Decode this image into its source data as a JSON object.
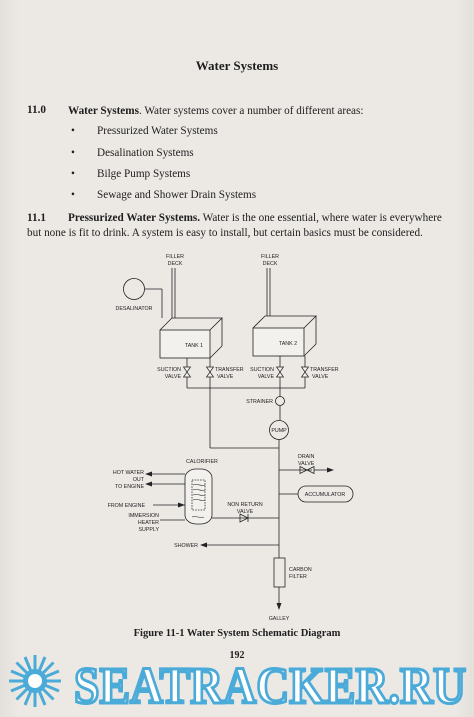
{
  "page": {
    "title": "Water Systems",
    "page_number": "192"
  },
  "section_11_0": {
    "number": "11.0",
    "heading": "Water Systems",
    "text": ". Water systems cover a number of different areas:",
    "bullets": [
      "Pressurized Water Systems",
      "Desalination Systems",
      "Bilge Pump Systems",
      "Sewage and Shower Drain Systems"
    ]
  },
  "section_11_1": {
    "number": "11.1",
    "heading": "Pressurized Water Systems.",
    "text": " Water is the one essential, where water is everywhere but none is fit to drink. A system is easy to install, but certain basics must be considered."
  },
  "diagram": {
    "labels": {
      "filler_deck_1_a": "FILLER",
      "filler_deck_1_b": "DECK",
      "filler_deck_2_a": "FILLER",
      "filler_deck_2_b": "DECK",
      "desalinator": "DESALINATOR",
      "tank1": "TANK 1",
      "tank2": "TANK 2",
      "suction_valve_1_a": "SUCTION",
      "suction_valve_1_b": "VALVE",
      "transfer_valve_1_a": "TRANSFER",
      "transfer_valve_1_b": "VALVE",
      "suction_valve_2_a": "SUCTION",
      "suction_valve_2_b": "VALVE",
      "transfer_valve_2_a": "TRANSFER",
      "transfer_valve_2_b": "VALVE",
      "strainer": "STRAINER",
      "pump": "PUMP",
      "calorifier": "CALORIFIER",
      "drain_valve_a": "DRAIN",
      "drain_valve_b": "VALVE",
      "hot_water_a": "HOT WATER",
      "hot_water_b": "OUT",
      "to_engine": "TO ENGINE",
      "accumulator": "ACCUMULATOR",
      "from_engine": "FROM ENGINE",
      "non_return_a": "NON RETURN",
      "non_return_b": "VALVE",
      "immersion_a": "IMMERSION",
      "immersion_b": "HEATER",
      "immersion_c": "SUPPLY",
      "shower": "SHOWER",
      "carbon_filter_a": "CARBON",
      "carbon_filter_b": "FILTER",
      "galley": "GALLEY"
    },
    "caption": "Figure 11-1 Water System Schematic Diagram"
  },
  "watermark": {
    "text": "SEATRACKER.RU",
    "color": "#4aaad8"
  }
}
